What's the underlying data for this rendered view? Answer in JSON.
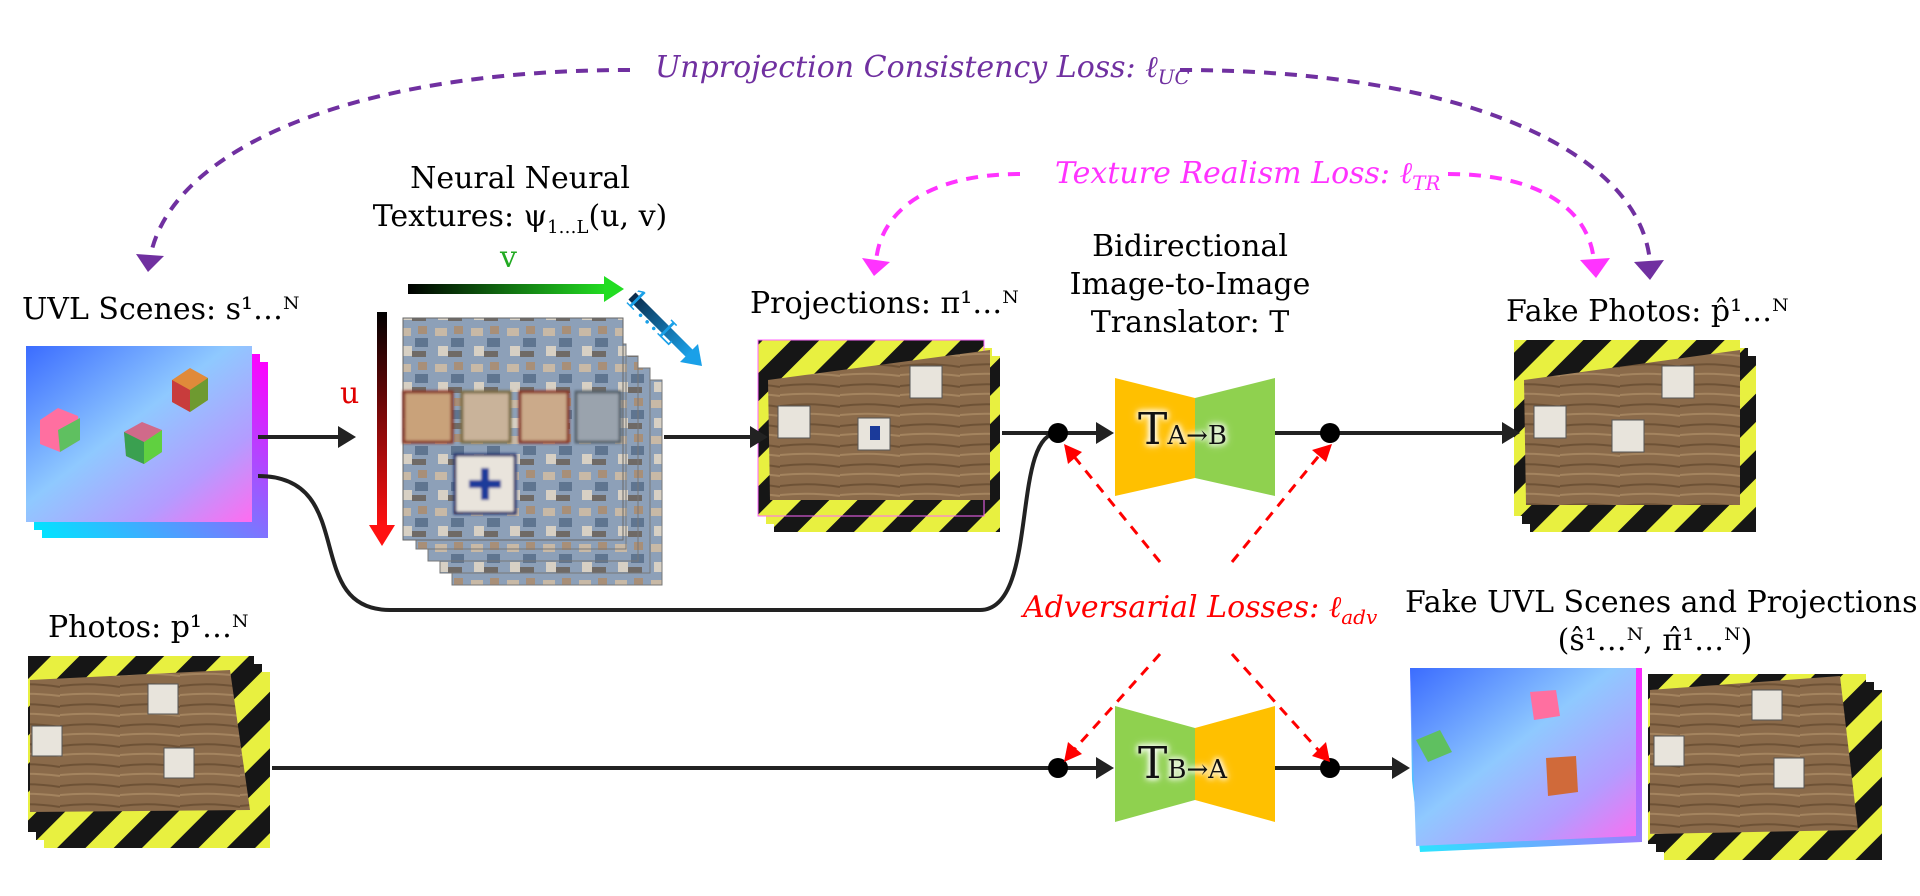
{
  "losses": {
    "unprojection": "Unprojection Consistency Loss: ℓ",
    "unprojection_sub": "UC",
    "texture_realism": "Texture Realism Loss: ℓ",
    "texture_realism_sub": "TR",
    "adversarial": "Adversarial Losses: ℓ",
    "adversarial_sub": "adv"
  },
  "nodes": {
    "uvl_scenes": "UVL Scenes: s¹…ᴺ",
    "neural_textures_line1": "Neural Neural",
    "neural_textures_line2": "Textures: ψ",
    "neural_textures_sub": "1…L",
    "neural_textures_args": "(u, v)",
    "projections": "Projections: π¹…ᴺ",
    "translator_line1": "Bidirectional",
    "translator_line2": "Image-to-Image",
    "translator_line3": "Translator: T",
    "fake_photos": "Fake Photos: p̂¹…ᴺ",
    "photos": "Photos: p¹…ᴺ",
    "fake_uvl_line1": "Fake UVL Scenes and Projections:",
    "fake_uvl_line2": "(ŝ¹…ᴺ, π̂¹…ᴺ)"
  },
  "axes": {
    "u": "u",
    "v": "v",
    "l": "1…L"
  },
  "translators": {
    "ab": {
      "T": "T",
      "sub": "A→B"
    },
    "ba": {
      "T": "T",
      "sub": "B→A"
    }
  },
  "colors": {
    "unprojection": "#7030a0",
    "texture_realism": "#ff33ff",
    "adversarial": "#ff0000",
    "orange": "#ffc000",
    "green": "#8fd14f"
  }
}
